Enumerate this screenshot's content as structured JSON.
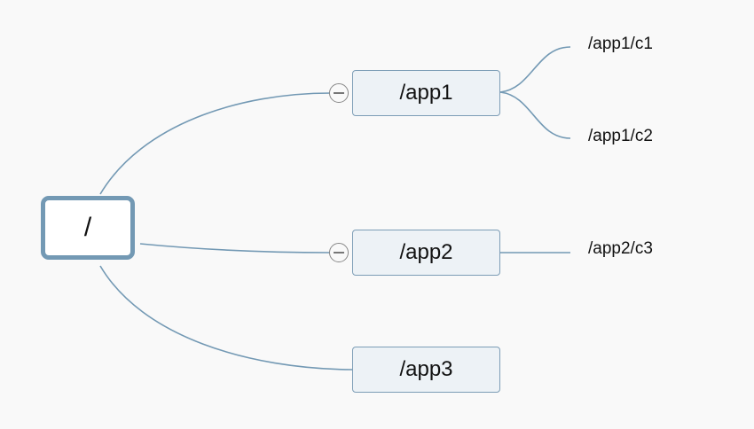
{
  "colors": {
    "connector": "#7399b4",
    "root_border": "#7399b4",
    "child_fill": "#edf2f6",
    "child_border": "#7c9db6",
    "background": "#f9f9f9"
  },
  "root": {
    "label": "/"
  },
  "children": [
    {
      "label": "/app1",
      "collapse_icon": "minus-circle-icon",
      "children": [
        {
          "label": "/app1/c1"
        },
        {
          "label": "/app1/c2"
        }
      ]
    },
    {
      "label": "/app2",
      "collapse_icon": "minus-circle-icon",
      "children": [
        {
          "label": "/app2/c3"
        }
      ]
    },
    {
      "label": "/app3",
      "children": []
    }
  ]
}
